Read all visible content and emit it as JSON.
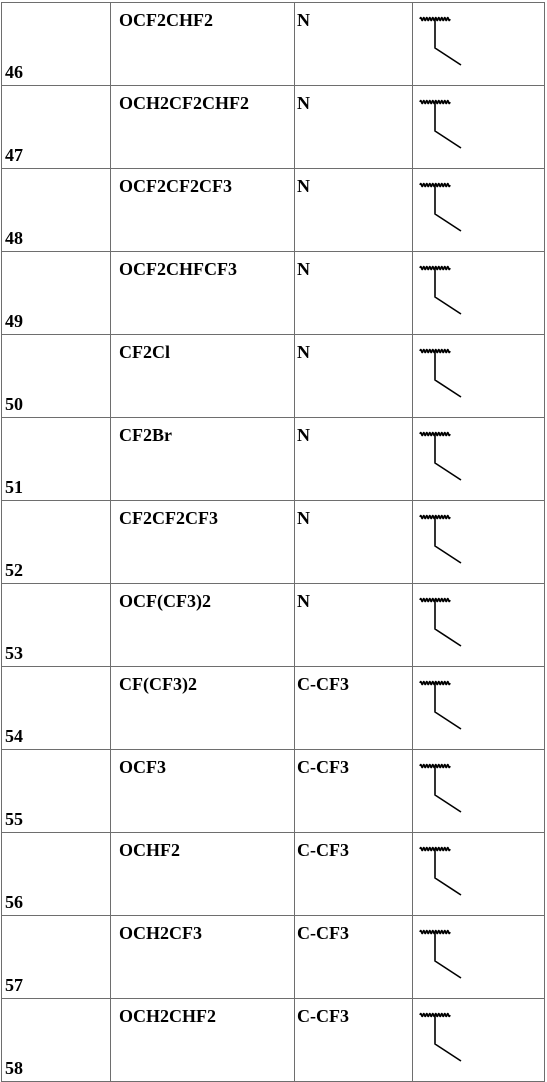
{
  "rows": [
    {
      "num": "46",
      "substituent": "OCF2CHF2",
      "position": "N",
      "structure_icon": "wavy-bond-propyl-icon"
    },
    {
      "num": "47",
      "substituent": "OCH2CF2CHF2",
      "position": "N",
      "structure_icon": "wavy-bond-propyl-icon"
    },
    {
      "num": "48",
      "substituent": "OCF2CF2CF3",
      "position": "N",
      "structure_icon": "wavy-bond-propyl-icon"
    },
    {
      "num": "49",
      "substituent": "OCF2CHFCF3",
      "position": "N",
      "structure_icon": "wavy-bond-propyl-icon"
    },
    {
      "num": "50",
      "substituent": "CF2Cl",
      "position": "N",
      "structure_icon": "wavy-bond-propyl-icon"
    },
    {
      "num": "51",
      "substituent": "CF2Br",
      "position": "N",
      "structure_icon": "wavy-bond-propyl-icon"
    },
    {
      "num": "52",
      "substituent": "CF2CF2CF3",
      "position": "N",
      "structure_icon": "wavy-bond-propyl-icon"
    },
    {
      "num": "53",
      "substituent": "OCF(CF3)2",
      "position": "N",
      "structure_icon": "wavy-bond-propyl-icon"
    },
    {
      "num": "54",
      "substituent": "CF(CF3)2",
      "position": "C-CF3",
      "structure_icon": "wavy-bond-propyl-icon"
    },
    {
      "num": "55",
      "substituent": "OCF3",
      "position": "C-CF3",
      "structure_icon": "wavy-bond-propyl-icon"
    },
    {
      "num": "56",
      "substituent": "OCHF2",
      "position": "C-CF3",
      "structure_icon": "wavy-bond-propyl-icon"
    },
    {
      "num": "57",
      "substituent": "OCH2CF3",
      "position": "C-CF3",
      "structure_icon": "wavy-bond-propyl-icon"
    },
    {
      "num": "58",
      "substituent": "OCH2CHF2",
      "position": "C-CF3",
      "structure_icon": "wavy-bond-propyl-icon"
    }
  ]
}
